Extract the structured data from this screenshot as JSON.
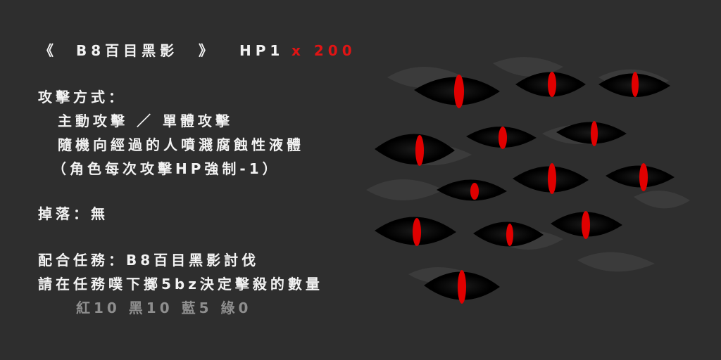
{
  "boss": {
    "bracket_open": "《",
    "name": "B8百目黑影",
    "bracket_close": "》",
    "hp_label": "HP1",
    "hp_multiplier": "x 200"
  },
  "attack": {
    "heading": "攻擊方式：",
    "type": "主動攻擊 ／ 單體攻擊",
    "description": "隨機向經過的人噴濺腐蝕性液體",
    "effect": "（角色每次攻擊HP強制-1）"
  },
  "drop": {
    "text": "掉落：無"
  },
  "quest": {
    "title": "配合任務：B8百目黑影討伐",
    "instruction": "請在任務噗下擲5bz決定擊殺的數量",
    "colors": "紅10 黑10 藍5 綠0"
  },
  "colors": {
    "background": "#2e2e2e",
    "text": "#f2f2f2",
    "accent_red": "#e01414",
    "muted": "#8e8e8e"
  }
}
